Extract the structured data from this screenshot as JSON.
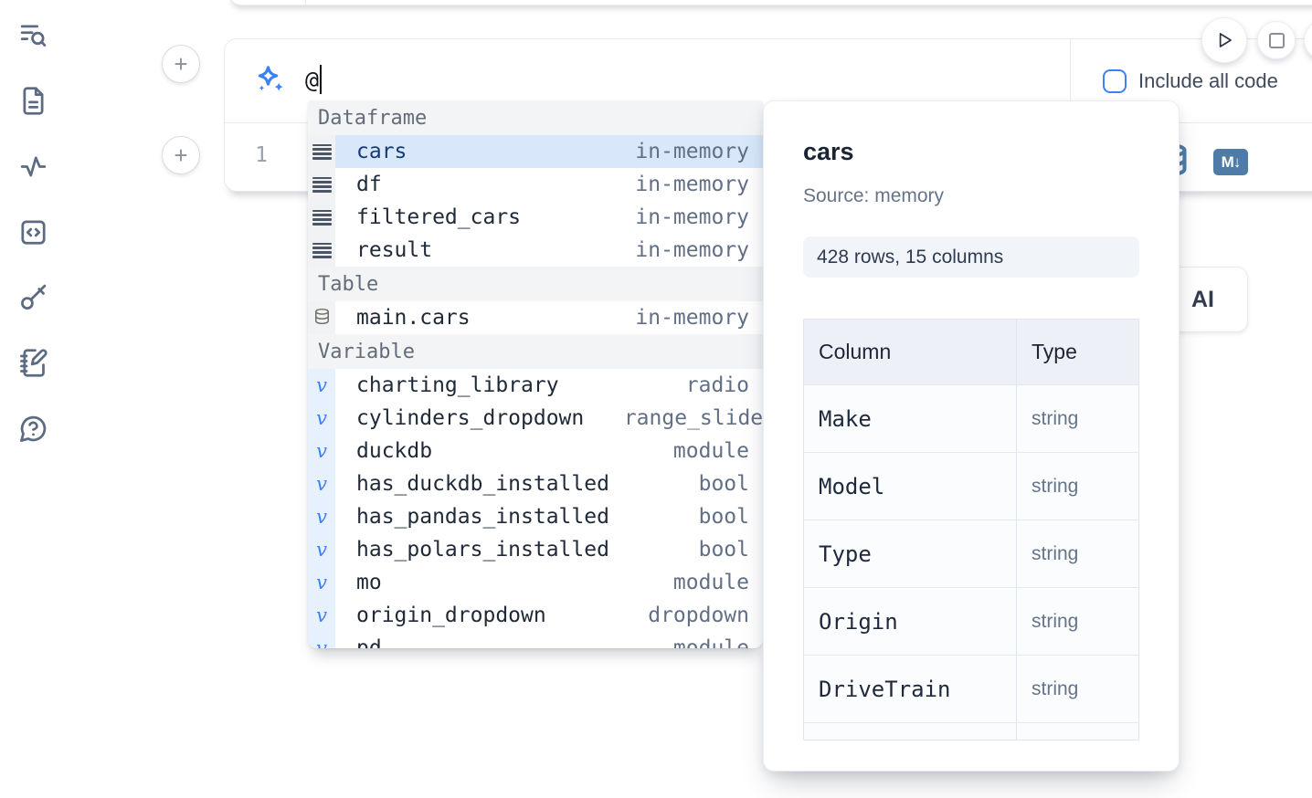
{
  "sidebar": {
    "items": [
      {
        "icon": "list-search-icon"
      },
      {
        "icon": "file-text-icon"
      },
      {
        "icon": "activity-icon"
      },
      {
        "icon": "code-square-icon"
      },
      {
        "icon": "key-icon"
      },
      {
        "icon": "notebook-pen-icon"
      },
      {
        "icon": "help-chat-icon"
      }
    ]
  },
  "toolbar": {
    "run_icon": "play-icon",
    "stop_icon": "stop-icon"
  },
  "add_buttons": {
    "label": "+"
  },
  "ai_cell": {
    "sparkle_icon": "sparkles-icon",
    "prompt_value": "@",
    "include_all_code_label": "Include all code",
    "checkbox_checked": false
  },
  "code_cell": {
    "line_number": "1",
    "actions": [
      {
        "icon": "database-icon"
      },
      {
        "icon": "markdown-icon",
        "label": "M↓"
      }
    ]
  },
  "partial_button": {
    "label": "AI"
  },
  "autocomplete": {
    "sections": [
      {
        "label": "Dataframe",
        "items": [
          {
            "icon": "dataframe",
            "name": "cars",
            "type": "in-memory",
            "selected": true
          },
          {
            "icon": "dataframe",
            "name": "df",
            "type": "in-memory"
          },
          {
            "icon": "dataframe",
            "name": "filtered_cars",
            "type": "in-memory"
          },
          {
            "icon": "dataframe",
            "name": "result",
            "type": "in-memory"
          }
        ]
      },
      {
        "label": "Table",
        "items": [
          {
            "icon": "table",
            "name": "main.cars",
            "type": "in-memory"
          }
        ]
      },
      {
        "label": "Variable",
        "items": [
          {
            "icon": "variable",
            "name": "charting_library",
            "type": "radio"
          },
          {
            "icon": "variable",
            "name": "cylinders_dropdown",
            "type": "range_slider",
            "overflow": true
          },
          {
            "icon": "variable",
            "name": "duckdb",
            "type": "module"
          },
          {
            "icon": "variable",
            "name": "has_duckdb_installed",
            "type": "bool"
          },
          {
            "icon": "variable",
            "name": "has_pandas_installed",
            "type": "bool"
          },
          {
            "icon": "variable",
            "name": "has_polars_installed",
            "type": "bool"
          },
          {
            "icon": "variable",
            "name": "mo",
            "type": "module"
          },
          {
            "icon": "variable",
            "name": "origin_dropdown",
            "type": "dropdown"
          },
          {
            "icon": "variable",
            "name": "pd",
            "type": "module"
          }
        ]
      }
    ]
  },
  "preview": {
    "title": "cars",
    "source": "Source: memory",
    "shape": "428 rows, 15 columns",
    "table": {
      "headers": [
        "Column",
        "Type"
      ],
      "rows": [
        {
          "column": "Make",
          "type": "string"
        },
        {
          "column": "Model",
          "type": "string"
        },
        {
          "column": "Type",
          "type": "string"
        },
        {
          "column": "Origin",
          "type": "string"
        },
        {
          "column": "DriveTrain",
          "type": "string"
        },
        {
          "column": "",
          "type": ""
        }
      ]
    }
  },
  "colors": {
    "accent_blue": "#3b82f6",
    "selected_row_bg": "#d8e8fa",
    "selected_row_text": "#173a75",
    "steel_blue_icon": "#4e7ca6",
    "sidebar_icon": "#5d6b82",
    "section_header_bg": "#f3f4f6",
    "badge_bg": "#f1f5f9"
  }
}
